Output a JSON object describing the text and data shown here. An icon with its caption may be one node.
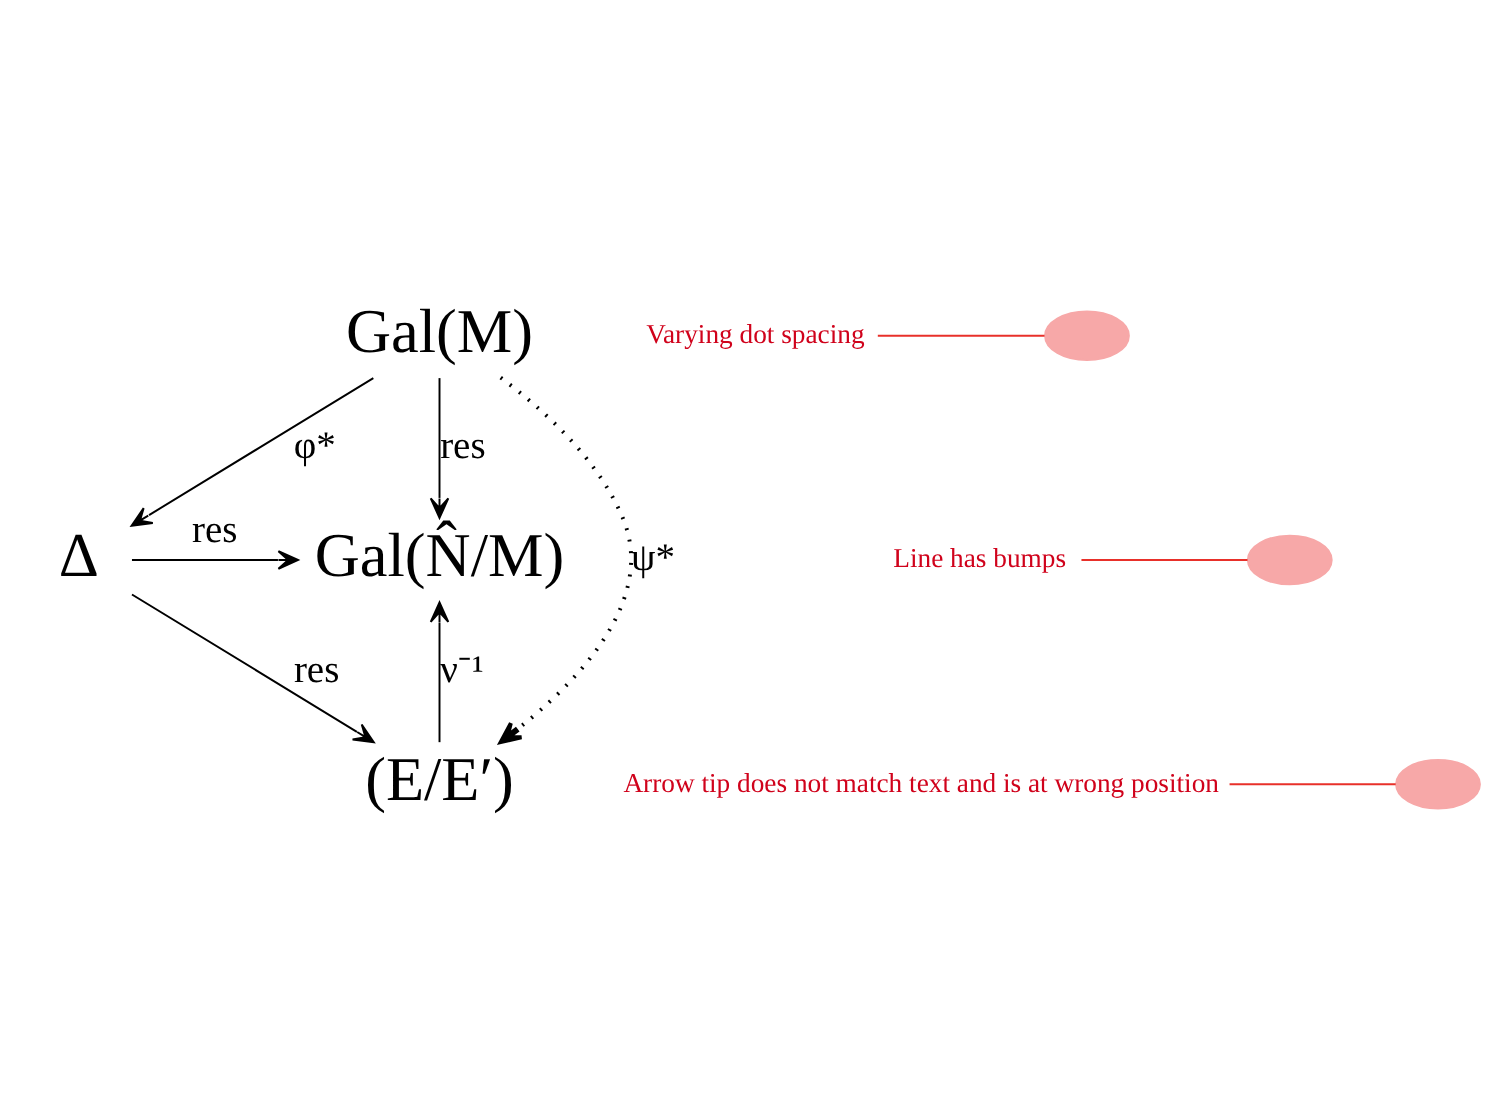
{
  "diagram": {
    "nodes": [
      {
        "text": [
          "Gal(M)"
        ]
      },
      {
        "text": [
          "Δ"
        ]
      },
      {
        "text": [
          "Gal(N̂/M)"
        ]
      },
      {
        "text": [
          "(E/E′)"
        ]
      },
      {
        "text": [
          "Varying dot spacing"
        ]
      },
      {
        "text": [],
        "shape": "ellipse"
      },
      {
        "text": [
          "Line has bumps"
        ]
      },
      {
        "text": [],
        "shape": "ellipse"
      },
      {
        "text": [
          "Arrow tip does not match text and is at wrong position"
        ]
      },
      {
        "text": [],
        "shape": "ellipse"
      }
    ],
    "edges": [
      {
        "from": 0,
        "to": 3,
        "arrow": "to",
        "label": "ψ*",
        "style": "dashed"
      },
      {
        "from": 0,
        "to": 1,
        "arrow": "to",
        "label": "φ*"
      },
      {
        "from": 0,
        "to": 2,
        "arrow": "to",
        "label": "res"
      },
      {
        "from": 1,
        "to": 2,
        "arrow": "to",
        "label": "res"
      },
      {
        "from": 1,
        "to": 3,
        "arrow": "to",
        "label": "res"
      },
      {
        "from": 3,
        "to": 2,
        "arrow": "to",
        "label": "ν⁻¹"
      },
      {
        "from": 4,
        "to": 5,
        "arrow": "none",
        "color": "#e8302a"
      },
      {
        "from": 6,
        "to": 7,
        "arrow": "none",
        "color": "#e8302a"
      },
      {
        "from": 8,
        "to": 9,
        "arrow": "none",
        "color": "#e8302a"
      }
    ]
  }
}
